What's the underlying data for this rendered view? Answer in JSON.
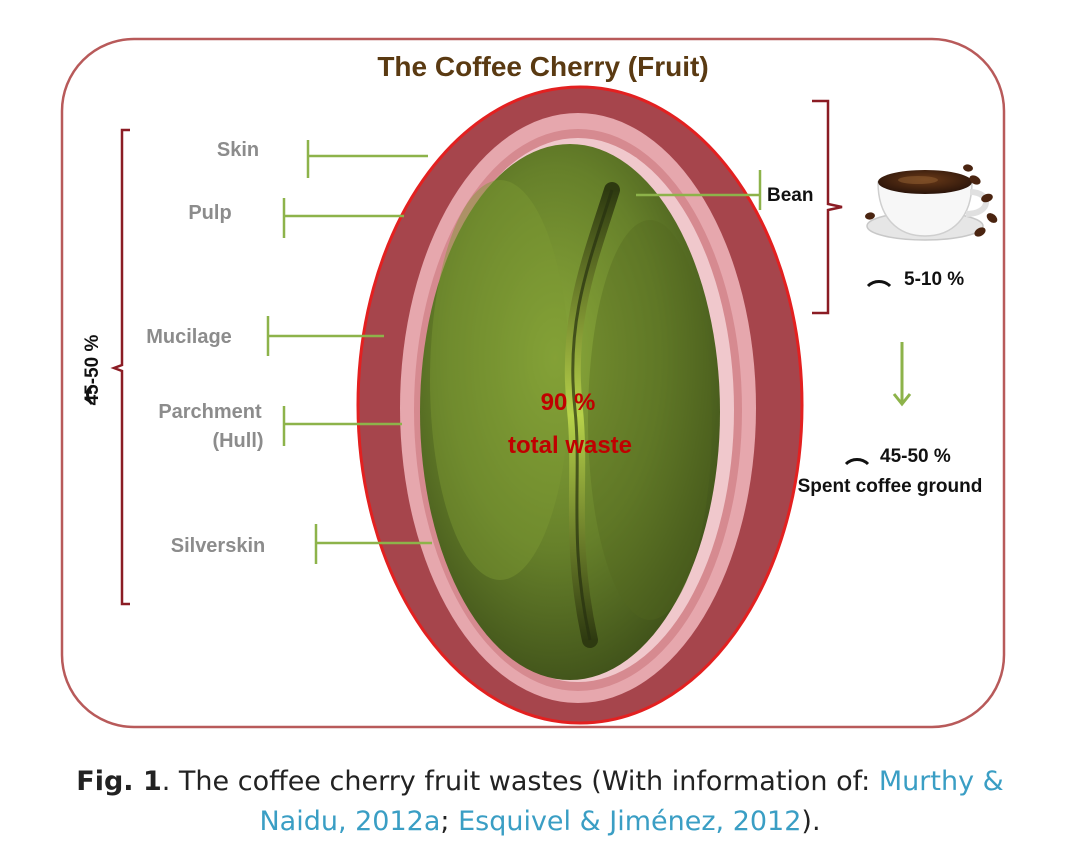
{
  "diagram": {
    "title": "The Coffee Cherry (Fruit)",
    "layers": {
      "skin": "Skin",
      "pulp": "Pulp",
      "mucilage": "Mucilage",
      "parchment_line1": "Parchment",
      "parchment_line2": "(Hull)",
      "silverskin": "Silverskin"
    },
    "bean": "Bean",
    "waste_pct": "90 %",
    "waste_label": "total waste",
    "left_share": "45-50 %",
    "bean_share": "5-10 %",
    "spent_share": "45-50 %",
    "spent_label": "Spent coffee ground",
    "colors": {
      "frame": "#b85a5a",
      "bracket": "#8b1c24",
      "skin_ring": "#a6454c",
      "pulp_ring": "#e6a7ad",
      "inner_ring": "#d68a90",
      "leader": "#8db34a",
      "bean": "#6d8a2a",
      "waste_text": "#c00000"
    }
  },
  "caption": {
    "fig": "Fig. 1",
    "text": ". The coffee cherry fruit wastes (With information of: ",
    "ref1_line1": "Murthy &",
    "ref1_line2": "Naidu, 2012a",
    "sep": "; ",
    "ref2": "Esquivel & Jiménez, 2012",
    "end": ")."
  }
}
